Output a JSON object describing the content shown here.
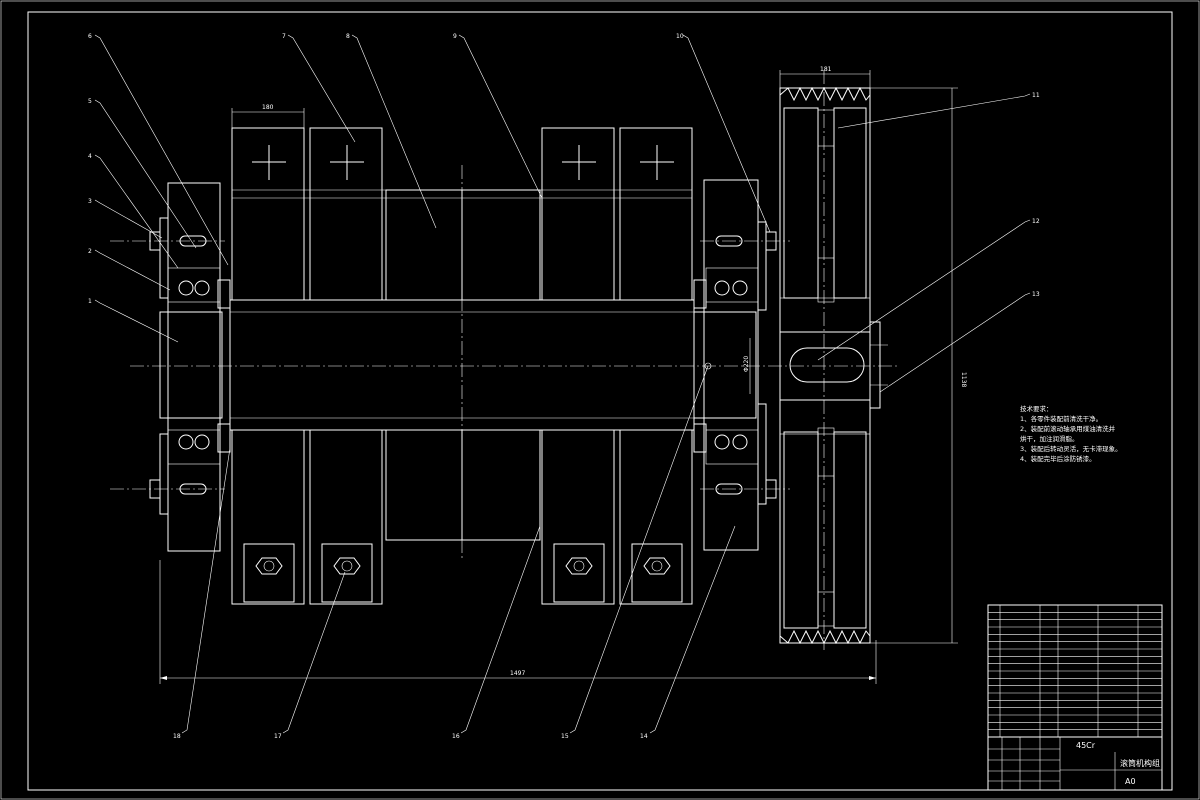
{
  "drawing": {
    "balloons": [
      "1",
      "2",
      "3",
      "4",
      "5",
      "6",
      "7",
      "8",
      "9",
      "10",
      "11",
      "12",
      "13",
      "14",
      "15",
      "16",
      "17",
      "18"
    ],
    "dimensions": {
      "overall_length": "1497",
      "pulley_width": "181",
      "roller_width": "180",
      "pulley_diameter": "1138",
      "shaft_diameter": "Φ220"
    },
    "tech_requirements": {
      "heading": "技术要求：",
      "lines": [
        "1、各零件装配前清洗干净。",
        "2、装配前滚动轴承用煤油清洗并",
        "烘干，加注润滑脂。",
        "3、装配后转动灵活，无卡滞现象。",
        "4、装配完毕后涂防锈漆。"
      ]
    },
    "title_block": {
      "title": "滚筒机构组",
      "scale_code": "A0",
      "material": "45Cr",
      "parts_rows": 18
    }
  }
}
